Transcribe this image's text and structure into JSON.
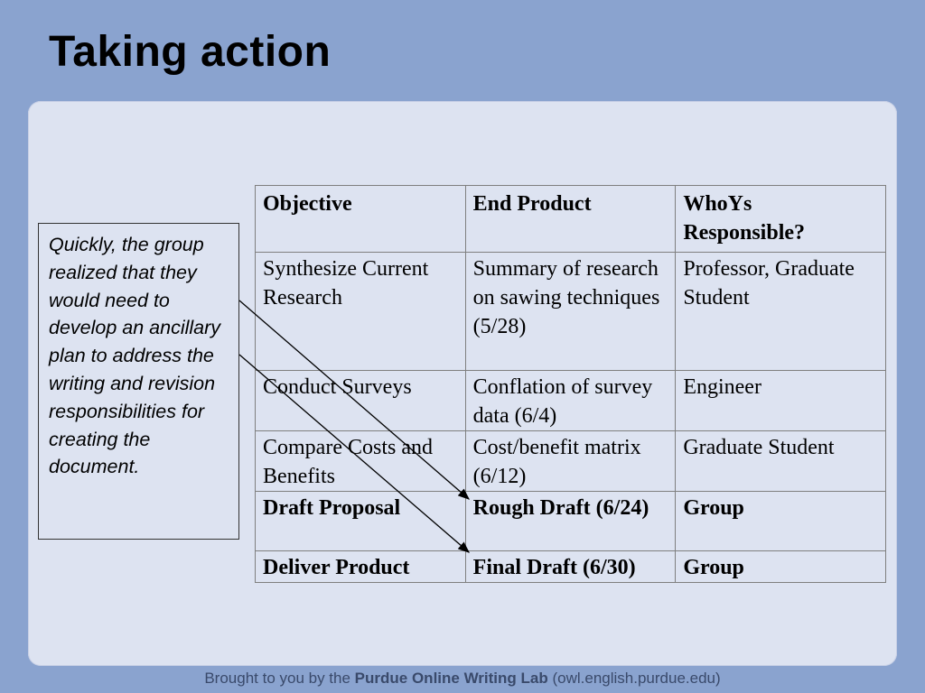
{
  "slide": {
    "title": "Taking action"
  },
  "callout": {
    "text": "Quickly, the group realized that they would need to develop an ancillary plan to address the writing and revision responsibilities for creating the document."
  },
  "table": {
    "headers": [
      "Objective",
      "End Product",
      "WhoYs Responsible?"
    ],
    "rows": [
      {
        "cells": [
          "Synthesize Current Research",
          "Summary of research on sawing techniques (5/28)",
          "Professor, Graduate Student"
        ],
        "bold": false
      },
      {
        "cells": [
          "Conduct Surveys",
          "Conflation of survey data (6/4)",
          "Engineer"
        ],
        "bold": false
      },
      {
        "cells": [
          "Compare Costs and Benefits",
          "Cost/benefit matrix (6/12)",
          "Graduate Student"
        ],
        "bold": false
      },
      {
        "cells": [
          "Draft Proposal",
          "Rough Draft (6/24)",
          "Group"
        ],
        "bold": true
      },
      {
        "cells": [
          "Deliver Product",
          "Final Draft (6/30)",
          "Group"
        ],
        "bold": true
      }
    ]
  },
  "footer": {
    "prefix": "Brought to you by the ",
    "lab": "Purdue Online Writing Lab",
    "suffix": " (owl.english.purdue.edu)"
  }
}
